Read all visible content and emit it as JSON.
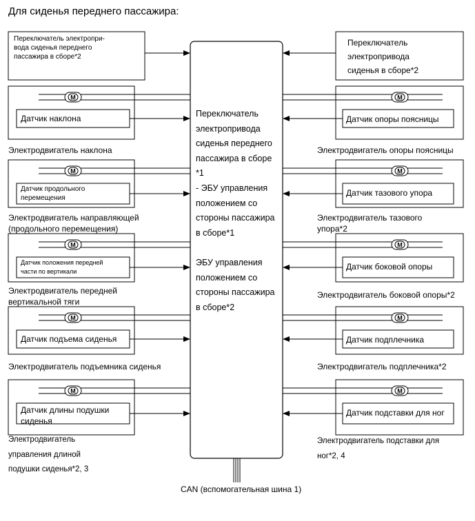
{
  "heading": "Для сиденья переднего пассажира:",
  "center": {
    "text": "Переключатель\nэлектропривода\nсиденья переднего\nпассажира в сборе\n*1\n- ЭБУ управления\nположением со\nстороны пассажира\nв сборе*1\n\nЭБУ управления\nположением со\nстороны пассажира\nв сборе*2"
  },
  "left": {
    "switch": "Переключатель электропри-\nвода сиденья переднего\nпассажира в сборе*2",
    "groups": [
      {
        "sensor": "Датчик наклона",
        "caption": "Электродвигатель наклона"
      },
      {
        "sensor": "Датчик продольного\nперемещения",
        "caption": "Электродвигатель направляющей\n(продольного перемещения)"
      },
      {
        "sensor": "Датчик положения передней\nчасти по вертикали",
        "caption": "Электродвигатель передней\nвертикальной тяги"
      },
      {
        "sensor": "Датчик подъема сиденья",
        "caption": "Электродвигатель подъемника сиденья"
      },
      {
        "sensor": "Датчик длины подушки\nсиденья",
        "caption": "Электродвигатель\nуправления длиной\nподушки сиденья*2, 3"
      }
    ]
  },
  "right": {
    "switch": "Переключатель\nэлектропривода\nсиденья в сборе*2",
    "groups": [
      {
        "sensor": "Датчик опоры поясницы",
        "caption": "Электродвигатель опоры поясницы"
      },
      {
        "sensor": "Датчик тазового упора",
        "caption": "Электродвигатель тазового\nупора*2"
      },
      {
        "sensor": "Датчик боковой опоры",
        "caption": "Электродвигатель боковой опоры*2"
      },
      {
        "sensor": "Датчик подплечника",
        "caption": "Электродвигатель подплечника*2"
      },
      {
        "sensor": "Датчик подставки для ног",
        "caption": "Электродвигатель подставки для\nног*2, 4"
      }
    ]
  },
  "motor_symbol": "M",
  "bus": "CAN (вспомогательная шина 1)"
}
